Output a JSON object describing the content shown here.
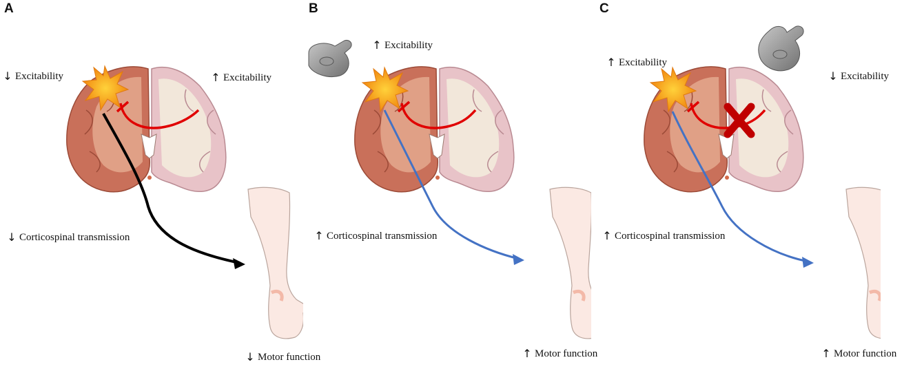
{
  "panels": [
    {
      "id": "A",
      "label": "A",
      "left_excitability": {
        "direction": "down",
        "text": "Excitability"
      },
      "right_excitability": {
        "direction": "up",
        "text": "Excitability"
      },
      "corticospinal": {
        "direction": "down",
        "text": "Corticospinal transmission"
      },
      "motor": {
        "direction": "down",
        "text": "Motor function"
      },
      "pathway_color": "#000000",
      "coil": false,
      "inhibition_blocked": false
    },
    {
      "id": "B",
      "label": "B",
      "coil_excitability": {
        "direction": "up",
        "text": "Excitability"
      },
      "corticospinal": {
        "direction": "up",
        "text": "Corticospinal transmission"
      },
      "motor": {
        "direction": "up",
        "text": "Motor function"
      },
      "pathway_color": "#4472c4",
      "coil": true,
      "inhibition_blocked": false
    },
    {
      "id": "C",
      "label": "C",
      "left_excitability": {
        "direction": "up",
        "text": "Excitability"
      },
      "coil_excitability": {
        "direction": "down",
        "text": "Excitability"
      },
      "corticospinal": {
        "direction": "up",
        "text": "Corticospinal transmission"
      },
      "motor": {
        "direction": "up",
        "text": "Motor function"
      },
      "pathway_color": "#4472c4",
      "coil": true,
      "inhibition_blocked": true
    }
  ],
  "colors": {
    "lesion": "#f7a21b",
    "interhemispheric": "#e00000",
    "block_cross": "#c00000",
    "lesioned_hemisphere": "#c9705a",
    "healthy_hemisphere": "#e8c3c8",
    "skin": "#fbe9e3"
  },
  "icons": [
    "lesion-star-icon",
    "tms-coil-icon",
    "block-cross-icon",
    "arrow-up-icon",
    "arrow-down-icon"
  ]
}
